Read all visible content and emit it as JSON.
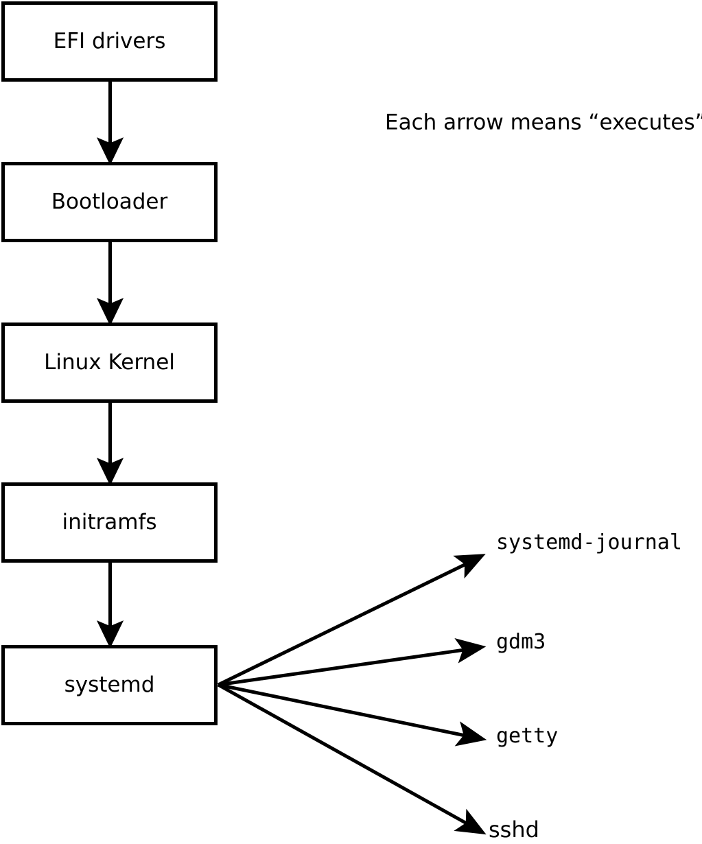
{
  "colors": {
    "ink": "#000000",
    "background": "#ffffff"
  },
  "annotation": "Each arrow means “executes”.",
  "boot_chain": [
    {
      "label": "EFI drivers"
    },
    {
      "label": "Bootloader"
    },
    {
      "label": "Linux Kernel"
    },
    {
      "label": "initramfs"
    },
    {
      "label": "systemd"
    }
  ],
  "services": [
    {
      "label": "systemd-journal"
    },
    {
      "label": "gdm3"
    },
    {
      "label": "getty"
    },
    {
      "label": "sshd"
    }
  ]
}
